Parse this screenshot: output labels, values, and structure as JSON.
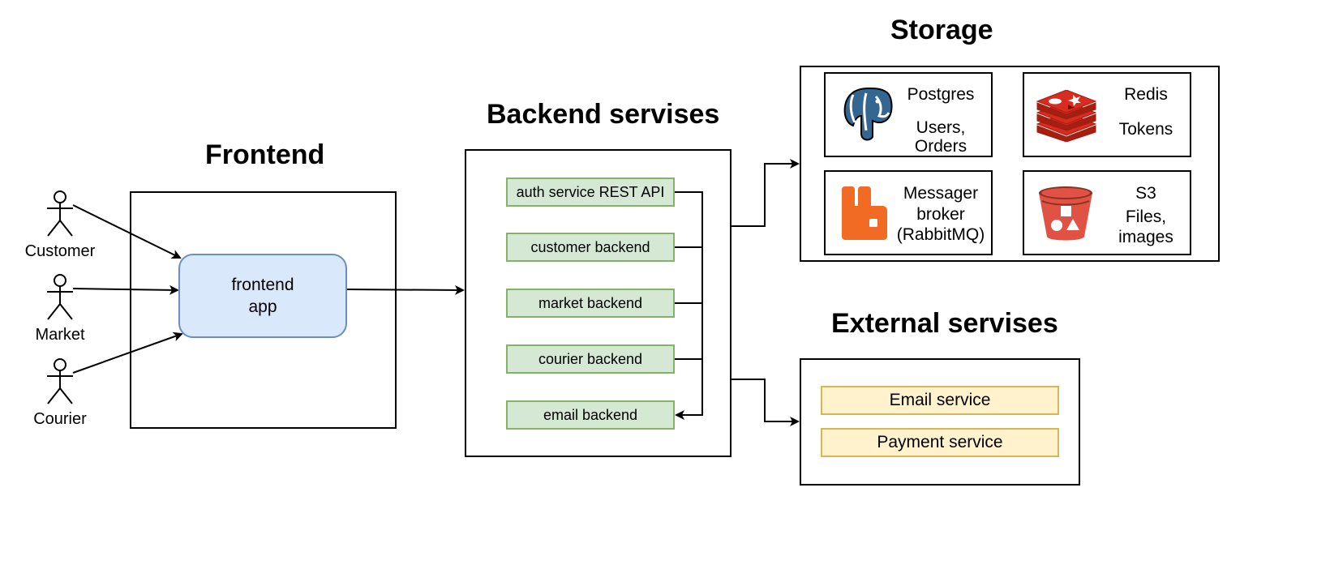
{
  "titles": {
    "frontend": "Frontend",
    "backend": "Backend servises",
    "storage": "Storage",
    "external": "External servises"
  },
  "actors": [
    {
      "label": "Customer"
    },
    {
      "label": "Market"
    },
    {
      "label": "Courier"
    }
  ],
  "frontend_app": {
    "line1": "frontend",
    "line2": "app"
  },
  "backend_services": [
    {
      "label": "auth service REST API"
    },
    {
      "label": "customer backend"
    },
    {
      "label": "market backend"
    },
    {
      "label": "courier backend"
    },
    {
      "label": "email backend"
    }
  ],
  "storage": {
    "postgres": {
      "name": "Postgres",
      "line1": "Users,",
      "line2": "Orders",
      "icon": "postgres-elephant-icon"
    },
    "redis": {
      "name": "Redis",
      "line1": "Tokens",
      "icon": "redis-icon"
    },
    "rabbitmq": {
      "line1": "Messager",
      "line2": "broker",
      "line3": "(RabbitMQ)",
      "icon": "rabbitmq-icon"
    },
    "s3": {
      "name": "S3",
      "line1": "Files,",
      "line2": "images",
      "icon": "s3-bucket-icon"
    }
  },
  "external_services": [
    {
      "label": "Email service"
    },
    {
      "label": "Payment service"
    }
  ],
  "colors": {
    "service_fill": "#d5e8d4",
    "service_border": "#82b366",
    "external_fill": "#fff2cc",
    "external_border": "#d6b656",
    "frontend_fill": "#dae8fc",
    "frontend_border": "#6c8ebf",
    "postgres": "#336791",
    "redis": "#d82c20",
    "rabbitmq": "#f26b25",
    "s3": "#e05243"
  }
}
